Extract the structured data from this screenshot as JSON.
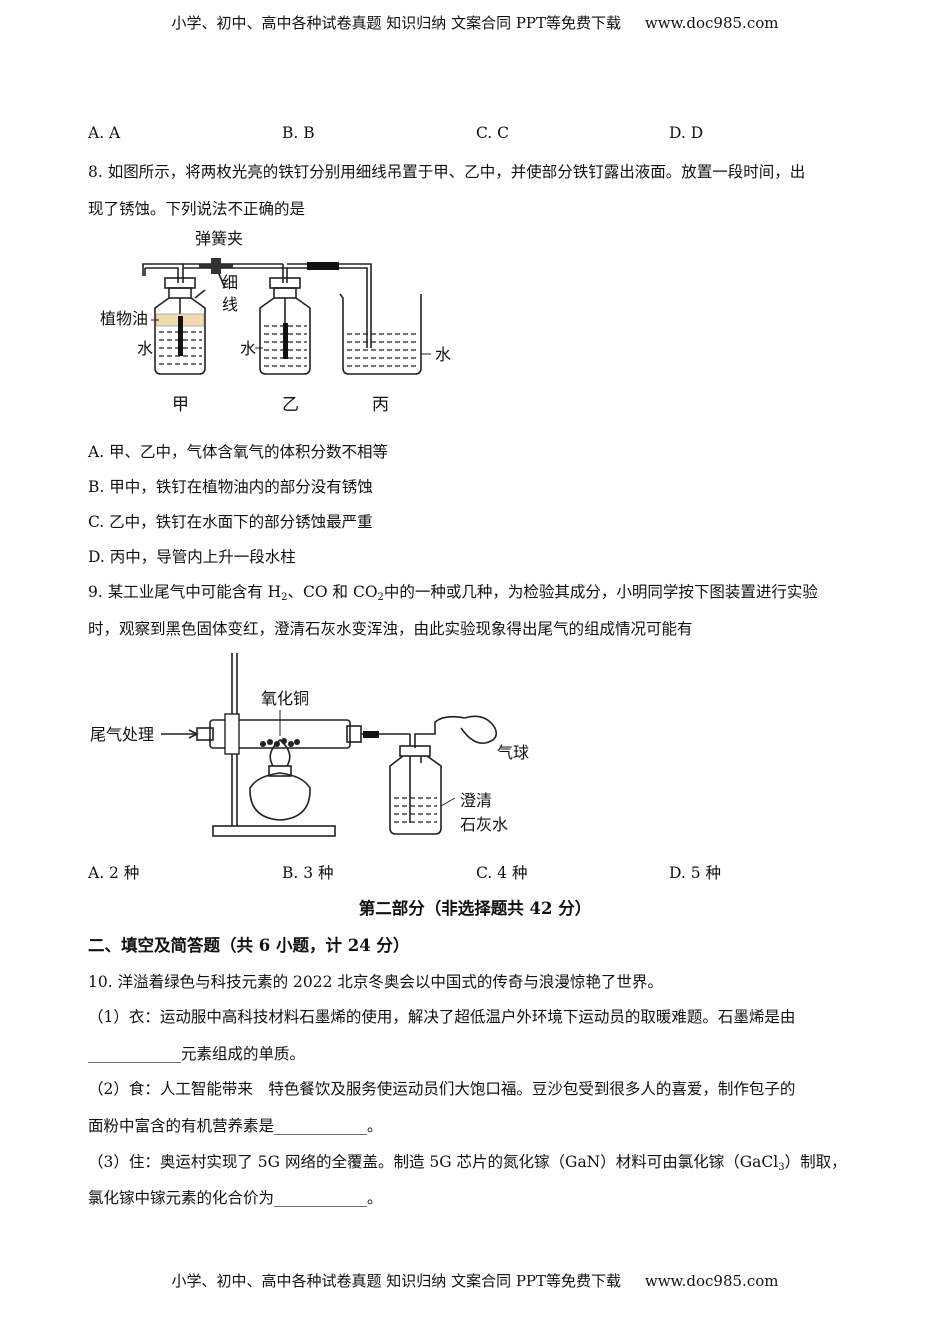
{
  "header": {
    "left": "小学、初中、高中各种试卷真题  知识归纳  文案合同  PPT等免费下载",
    "site": "www.doc985.com"
  },
  "q7": {
    "options": [
      "A.  A",
      "B.  B",
      "C.  C",
      "D.  D"
    ]
  },
  "q8": {
    "stem_line1": "8. 如图所示，将两枚光亮的铁钉分别用细线吊置于甲、乙中，并使部分铁钉露出液面。放置一段时间，出",
    "stem_line2": "现了锈蚀。下列说法不正确的是",
    "figure": {
      "clip": "弹簧夹",
      "thread1": "细",
      "thread2": "线",
      "oil": "植物油",
      "water": "水",
      "label_a": "甲",
      "label_b": "乙",
      "label_c": "丙"
    },
    "options": [
      "A. 甲、乙中，气体含氧气的体积分数不相等",
      "B. 甲中，铁钉在植物油内的部分没有锈蚀",
      "C. 乙中，铁钉在水面下的部分锈蚀最严重",
      "D. 丙中，导管内上升一段水柱"
    ]
  },
  "q9": {
    "stem_line1_a": "9. 某工业尾气中可能含有 H",
    "s1": "2",
    "stem_line1_b": "、CO 和 CO",
    "s2": "2",
    "stem_line1_c": "中的一种或几种，为检验其成分，小明同学按下图装置进行实验",
    "stem_line2": "时，观察到黑色固体变红，澄清石灰水变浑浊，由此实验现象得出尾气的组成情况可能有",
    "figure": {
      "exhaust": "尾气处理",
      "cuo": "氧化铜",
      "balloon": "气球",
      "lime1": "澄清",
      "lime2": "石灰水"
    },
    "options": [
      "A.  2 种",
      "B.  3 种",
      "C.  4 种",
      "D.  5 种"
    ]
  },
  "part2_title": "第二部分（非选择题共 42 分）",
  "section2_title": "二、填空及简答题（共 6 小题，计 24 分）",
  "q10": {
    "stem": "10. 洋溢着绿色与科技元素的 2022 北京冬奥会以中国式的传奇与浪漫惊艳了世界。",
    "p1_line1": "（1）衣：运动服中高科技材料石墨烯的使用，解决了超低温户外环境下运动员的取暖难题。石墨烯是由",
    "p1_line2": "____________元素组成的单质。",
    "p2_line1": "（2）食：人工智能带来　特色餐饮及服务使运动员们大饱口福。豆沙包受到很多人的喜爱，制作包子的",
    "p2_line2": "面粉中富含的有机营养素是____________。",
    "p3_line1_a": "（3）住：奥运村实现了 5G 网络的全覆盖。制造 5G 芯片的氮化镓（GaN）材料可由氯化镓（GaCl",
    "s3": "3",
    "p3_line1_b": "）制取，",
    "p3_line2": "氯化镓中镓元素的化合价为____________。"
  },
  "footer": {
    "left": "小学、初中、高中各种试卷真题  知识归纳  文案合同  PPT等免费下载",
    "site": "www.doc985.com"
  }
}
